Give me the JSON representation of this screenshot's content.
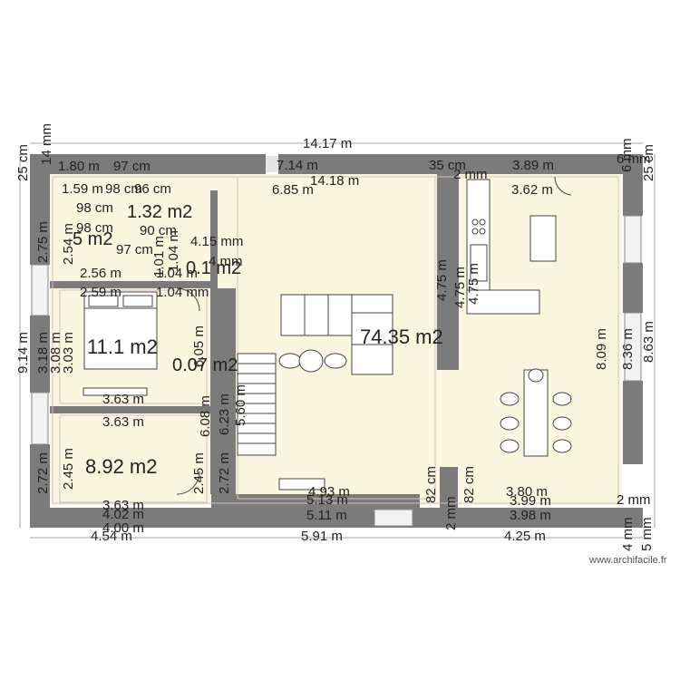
{
  "watermark": "www.archifacile.fr",
  "areas": {
    "living": "74.35 m2",
    "bedroom": "11.1 m2",
    "room_low": "8.92 m2",
    "corridor": "0.07 m2",
    "upper_area_a": "5 m2",
    "upper_area_b": "1.32 m2",
    "small_area": "0.1 m2"
  },
  "dims": {
    "top_total": "14.17 m",
    "top_a": "1.80 m",
    "top_b": "97 cm",
    "top_c": "7.14 m",
    "top_d": "35 cm",
    "top_e": "2 mm",
    "top_f": "3.89 m",
    "top_g": "14.18 m",
    "top_h": "6.85 m",
    "top_i": "3.62 m",
    "left_25": "25 cm",
    "left_14": "14 mm",
    "right_25": "25 cm",
    "right_6": "6 mm",
    "left_275": "2.75 m",
    "left_254": "2.54 m",
    "left_914": "9.14 m",
    "left_318": "3.18 m",
    "left_308": "3.08 m",
    "left_303": "3.03 m",
    "left_272": "2.72 m",
    "left_245": "2.45 m",
    "r_159": "1.59 m",
    "r_98a": "98 cm",
    "r_98b": "98 cm",
    "r_98c": "98 cm",
    "r_97": "97 cm",
    "r_90": "90 cm",
    "r_96": "96 cm",
    "r_101": "1.01 m",
    "r_104": "1.04 m",
    "r_415": "4.15 mm",
    "r_45": "4 mm",
    "r_104mm": "1.04 mm",
    "r_256": "2.56 m",
    "r_259": "2.59 m",
    "r_104b": "1.04 m",
    "v_475a": "4.75 m",
    "v_475b": "4.75 m",
    "v_475c": "4.75 m",
    "v_809": "8.09 m",
    "v_836": "8.36 m",
    "v_863": "8.63 m",
    "v_605": "6.05 m",
    "v_623": "6.23 m",
    "v_608": "6.08 m",
    "v_560": "5.60 m",
    "v_245b": "2.45 m",
    "v_272b": "2.72 m",
    "v_82a": "82 cm",
    "v_82b": "82 cm",
    "v_2mm": "2 mm",
    "v_4mm": "4 mm",
    "v_5mm": "5 mm",
    "h_363a": "3.63 m",
    "h_363b": "3.63 m",
    "h_363c": "3.63 m",
    "h_402": "4.02 m",
    "h_400": "4.00 m",
    "h_454": "4.54 m",
    "h_513": "5.13 m",
    "h_511": "5.11 m",
    "h_591": "5.91 m",
    "h_493": "4.93 m",
    "h_380": "3.80 m",
    "h_399": "3.99 m",
    "h_398": "3.98 m",
    "h_425": "4.25 m",
    "h_2mm": "2 mm",
    "h_6mm": "6 mm"
  },
  "colors": {
    "wall": "#7b7b7b",
    "floor": "#f9f7df",
    "inner_line": "#d8bfc4"
  }
}
